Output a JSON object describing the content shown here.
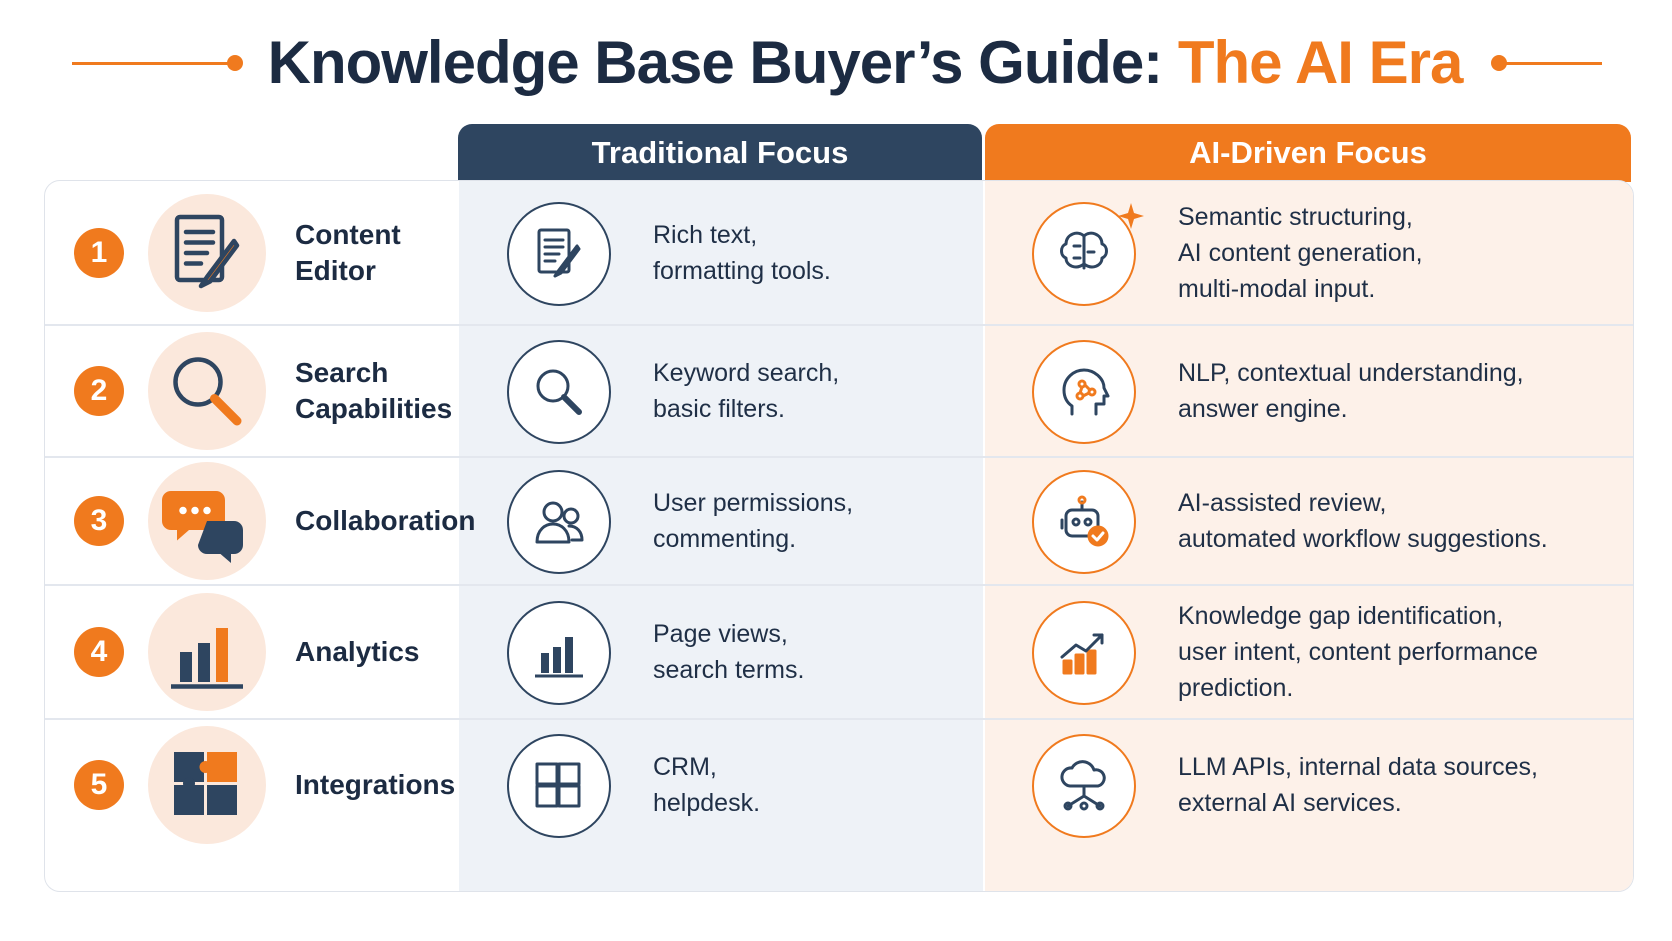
{
  "title": {
    "main": "Knowledge Base Buyer’s Guide: ",
    "accent": "The AI Era"
  },
  "headers": {
    "traditional": "Traditional Focus",
    "ai": "AI-Driven Focus"
  },
  "colors": {
    "navy": "#2e4560",
    "orange": "#f07a1e",
    "peach": "#fdf1e9",
    "lightblue": "#eef2f7"
  },
  "rows": [
    {
      "number": "1",
      "feature": [
        "Content",
        "Editor"
      ],
      "feature_icon": "document-pencil-icon",
      "traditional_icon": "document-pencil-icon",
      "traditional": [
        "Rich text,",
        "formatting tools."
      ],
      "ai_icon": "brain-sparkle-icon",
      "ai": [
        "Semantic structuring,",
        "AI content generation,",
        "multi-modal input."
      ]
    },
    {
      "number": "2",
      "feature": [
        "Search",
        "Capabilities"
      ],
      "feature_icon": "magnifier-icon",
      "traditional_icon": "magnifier-icon",
      "traditional": [
        "Keyword search,",
        "basic filters."
      ],
      "ai_icon": "head-network-icon",
      "ai": [
        "NLP, contextual understanding,",
        "answer engine."
      ]
    },
    {
      "number": "3",
      "feature": [
        "Collaboration"
      ],
      "feature_icon": "chat-bubbles-icon",
      "traditional_icon": "users-icon",
      "traditional": [
        "User permissions,",
        "commenting."
      ],
      "ai_icon": "robot-check-icon",
      "ai": [
        "AI-assisted review,",
        "automated workflow suggestions."
      ]
    },
    {
      "number": "4",
      "feature": [
        "Analytics"
      ],
      "feature_icon": "bar-chart-icon",
      "traditional_icon": "bar-chart-icon",
      "traditional": [
        "Page views,",
        "search terms."
      ],
      "ai_icon": "trend-chart-icon",
      "ai": [
        "Knowledge gap identification,",
        "user intent, content performance",
        "prediction."
      ]
    },
    {
      "number": "5",
      "feature": [
        "Integrations"
      ],
      "feature_icon": "puzzle-icon",
      "traditional_icon": "puzzle-icon",
      "traditional": [
        "CRM,",
        "helpdesk."
      ],
      "ai_icon": "cloud-network-icon",
      "ai": [
        "LLM APIs, internal data sources,",
        "external AI services."
      ]
    }
  ]
}
